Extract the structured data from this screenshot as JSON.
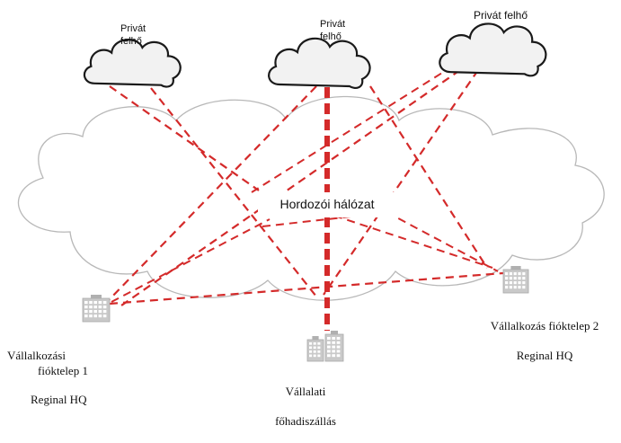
{
  "clouds": {
    "private_1": "Privát\nfelhő",
    "private_2": "Privát\nfelhő",
    "private_3": "Privát felhő",
    "carrier_network": "Hordozói hálózat"
  },
  "sites": {
    "branch_1": [
      "Vállalkozási",
      "fióktelep 1",
      "Reginal HQ"
    ],
    "branch_2": [
      "Vállalkozás fióktelep 2",
      "Reginal HQ"
    ],
    "headquarters": [
      "Vállalati",
      "főhadiszállás"
    ]
  },
  "colors": {
    "link": "#d42a2a",
    "carrier_cloud_stroke": "#b8b8b8",
    "private_cloud_stroke": "#1a1a1a",
    "private_cloud_fill": "#f2f2f2",
    "building": "#c9c9c9"
  },
  "icons": {
    "cloud": "cloud-icon",
    "building": "office-building-icon"
  }
}
